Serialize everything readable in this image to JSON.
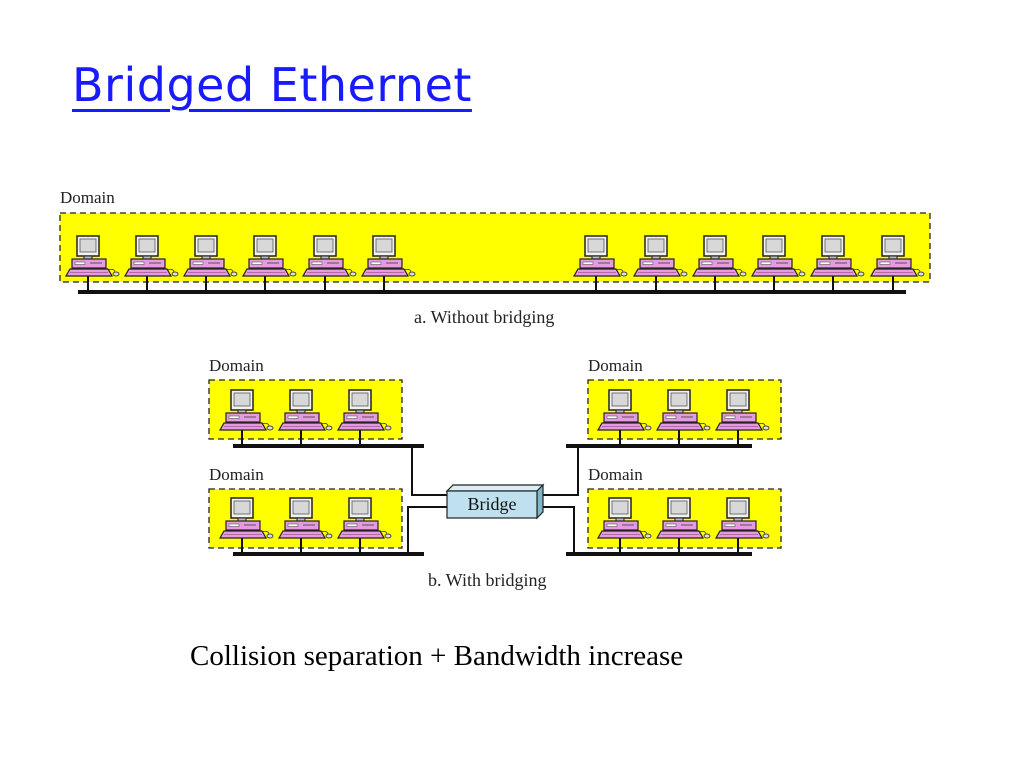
{
  "slide": {
    "title": "Bridged Ethernet",
    "footer": "Collision separation + Bandwidth increase"
  },
  "diagram_a": {
    "domain_label": "Domain",
    "caption": "a. Without bridging",
    "computer_count": 12
  },
  "diagram_b": {
    "domain_labels": [
      "Domain",
      "Domain",
      "Domain",
      "Domain"
    ],
    "bridge_label": "Bridge",
    "caption": "b. With bridging",
    "computers_per_domain": 3
  },
  "colors": {
    "title": "#1a1aff",
    "domain_fill": "#ffff00",
    "bridge_fill": "#bfe0ee",
    "computer_pink": "#e79ae0",
    "bus": "#111111"
  }
}
